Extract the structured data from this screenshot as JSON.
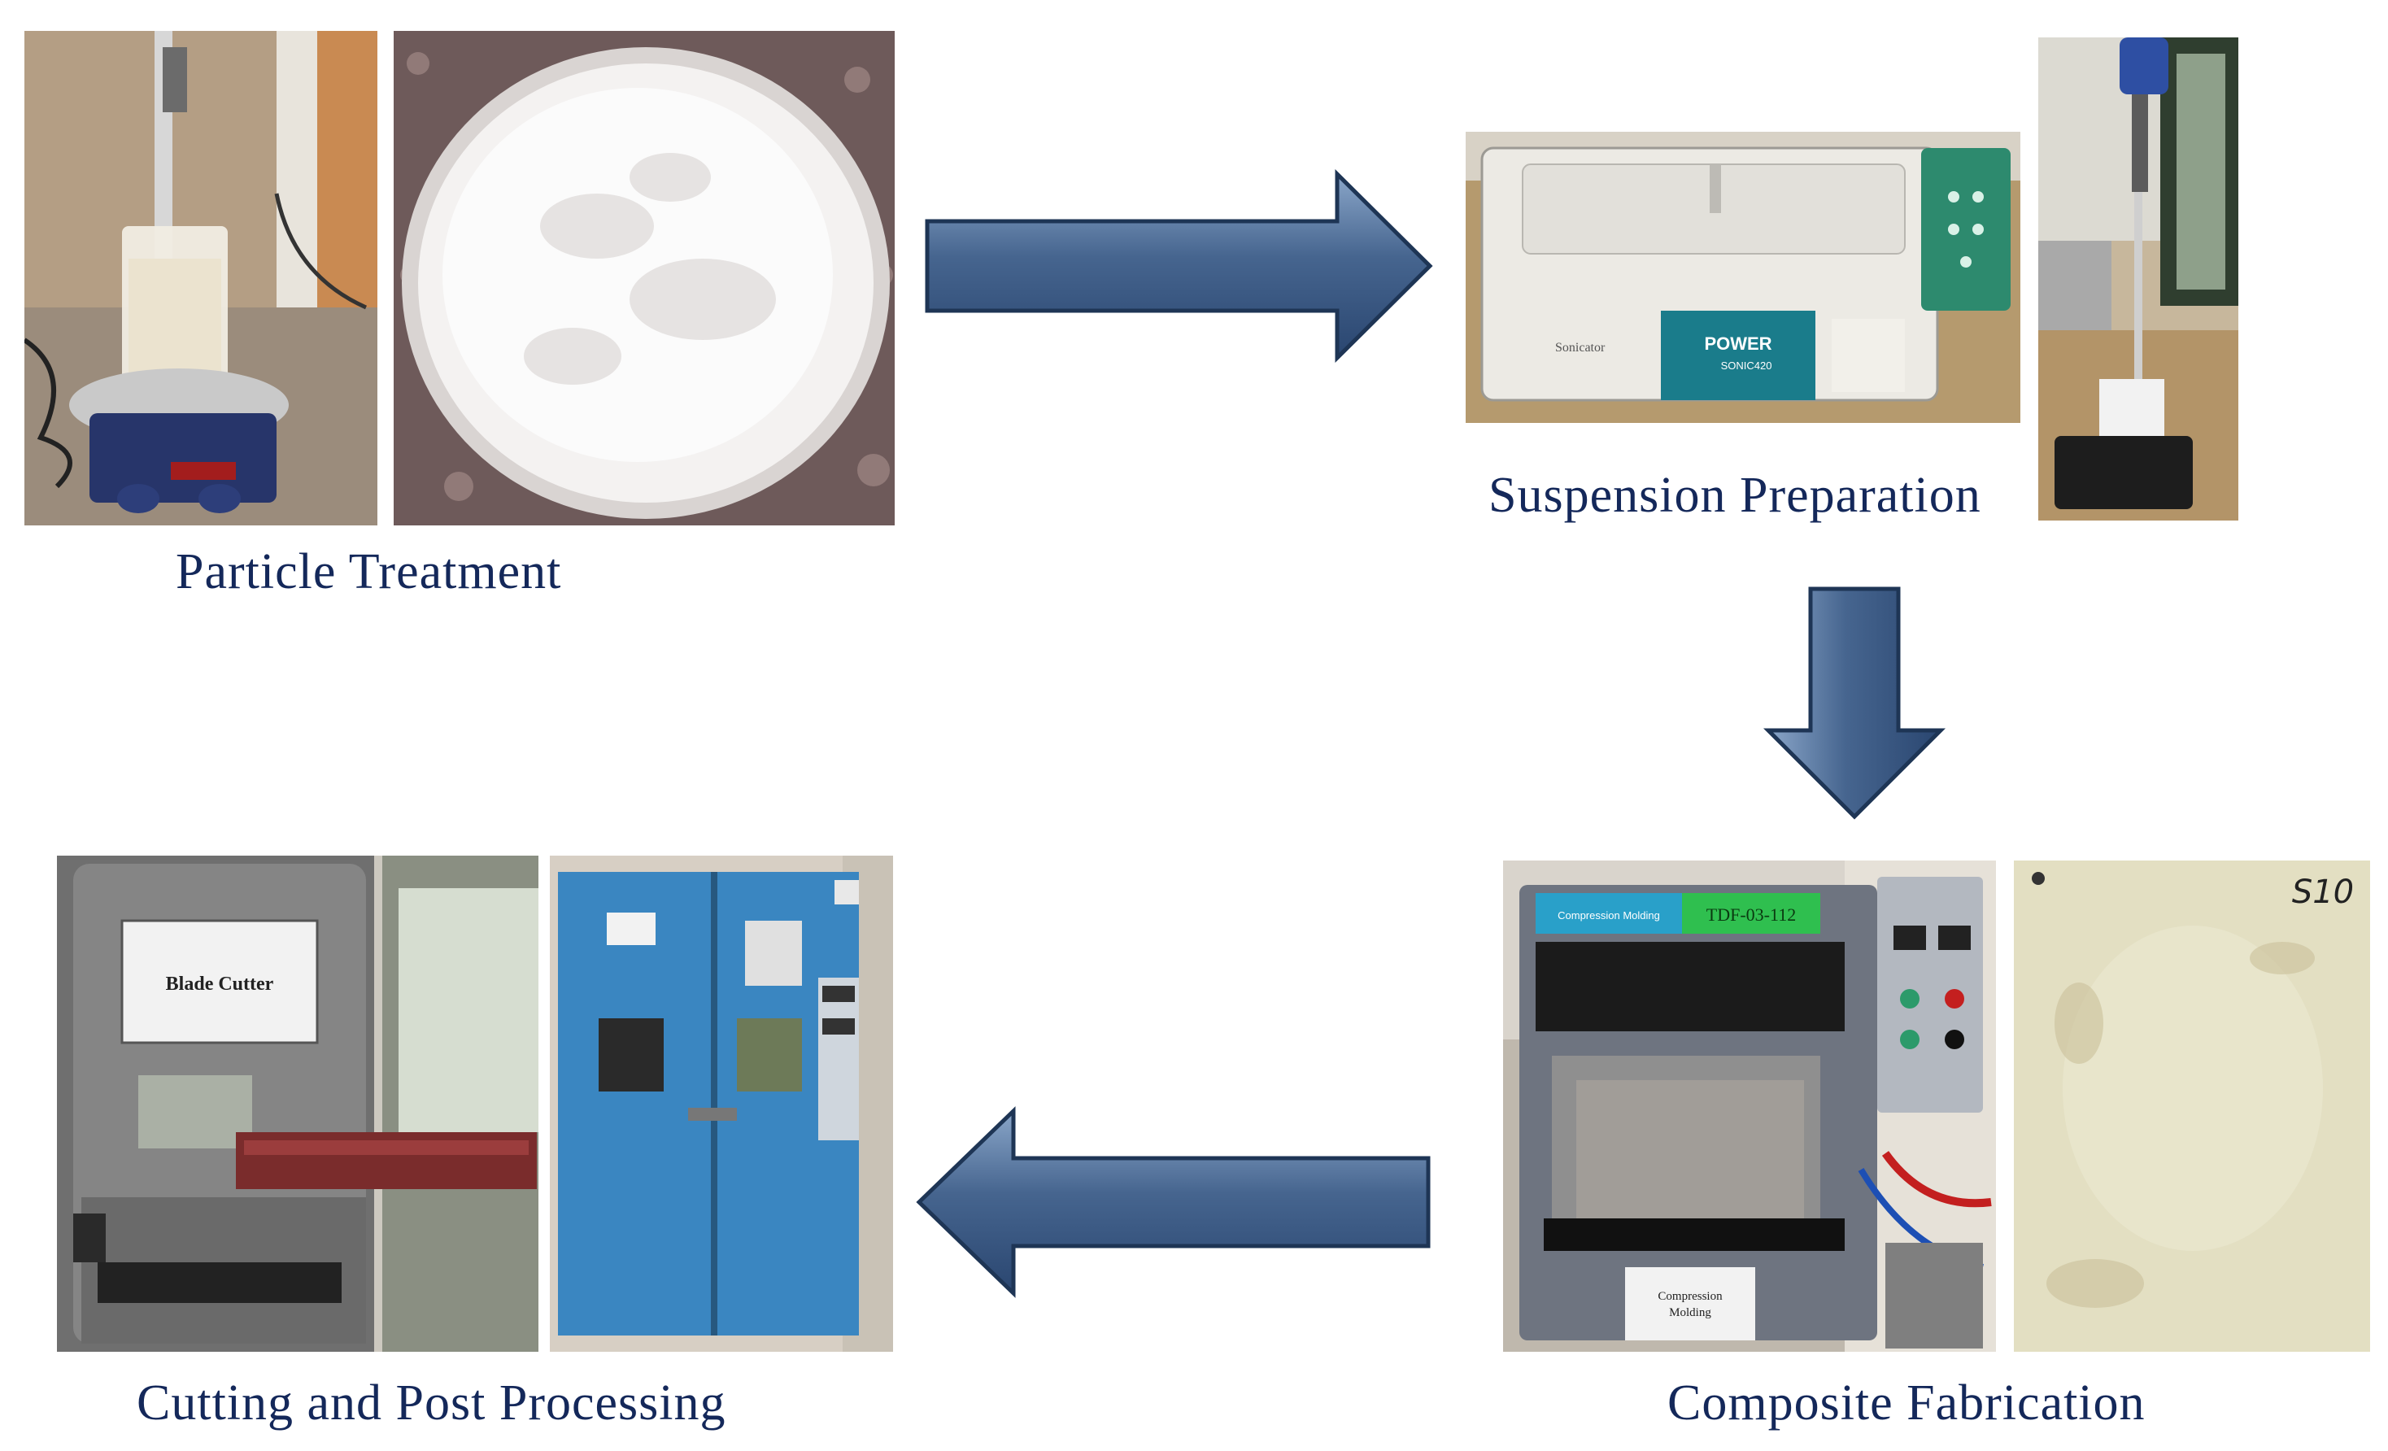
{
  "steps": [
    {
      "caption": "Particle Treatment",
      "photos": [
        "magnetic-stirrer-with-beaker",
        "white-powder-in-petri-dish"
      ]
    },
    {
      "caption": "Suspension Preparation",
      "photos": [
        "ultrasonic-bath",
        "overhead-mechanical-stirrer"
      ],
      "device_labels": {
        "bath_brand_line1": "POWER",
        "bath_brand_line2": "SONIC420",
        "bath_side_label": "Sonicator"
      }
    },
    {
      "caption": "Composite Fabrication",
      "photos": [
        "compression-molding-press",
        "fabricated-composite-panel"
      ],
      "device_labels": {
        "press_top_label": "Compression Molding",
        "press_id_tag": "TDF-03-112",
        "press_front_label_line1": "Compression",
        "press_front_label_line2": "Molding",
        "panel_mark": "S10"
      }
    },
    {
      "caption": "Cutting and Post Processing",
      "photos": [
        "blade-cutter-bandsaw",
        "blue-drying-oven"
      ],
      "device_labels": {
        "cutter_sign": "Blade Cutter"
      }
    }
  ],
  "arrows": [
    {
      "from": "Particle Treatment",
      "to": "Suspension Preparation",
      "direction": "right"
    },
    {
      "from": "Suspension Preparation",
      "to": "Composite Fabrication",
      "direction": "down"
    },
    {
      "from": "Composite Fabrication",
      "to": "Cutting and Post Processing",
      "direction": "left"
    }
  ],
  "colors": {
    "caption_text": "#14285a",
    "arrow_fill_dark": "#2f4f78",
    "arrow_fill_light": "#6d8db5",
    "arrow_outline": "#1e3555"
  }
}
